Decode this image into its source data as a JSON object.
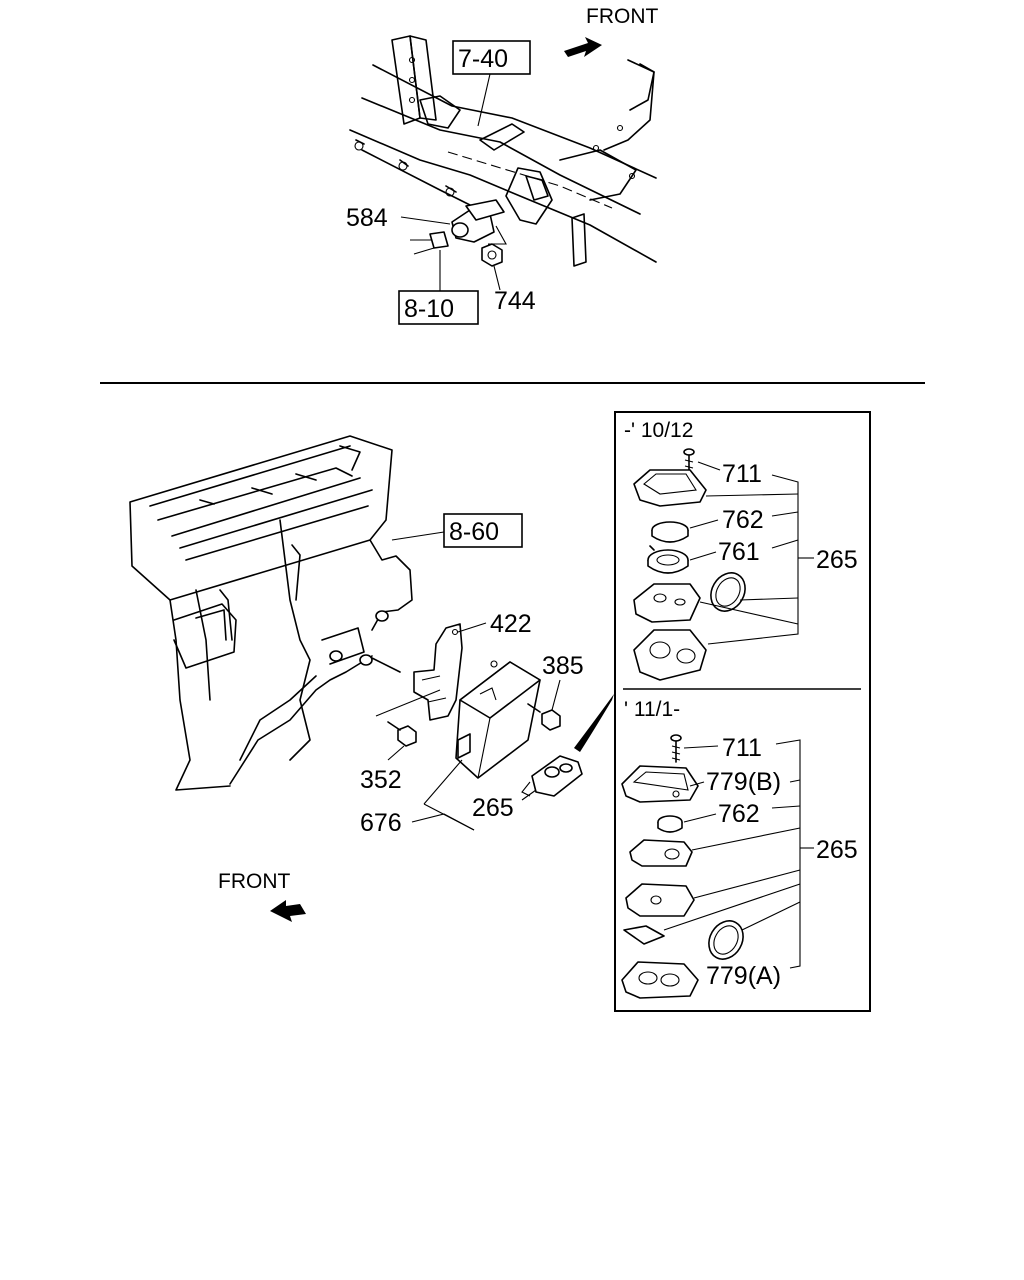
{
  "top_view": {
    "front_label": "FRONT",
    "refs": {
      "frame_ref": "7-40",
      "harness_ref": "8-10"
    },
    "callouts": {
      "sensor": "584",
      "nut": "744"
    }
  },
  "bottom_view": {
    "front_label": "FRONT",
    "refs": {
      "heater_ref": "8-60"
    },
    "callouts": {
      "bracket": "422",
      "bolt_right": "385",
      "screw": "352",
      "control_unit": "676",
      "transmitter": "265"
    }
  },
  "inset": {
    "early": {
      "period": "-' 10/12",
      "screw": "711",
      "battery": "762",
      "holder": "761",
      "assembly": "265"
    },
    "late": {
      "period": "' 11/1-",
      "screw": "711",
      "upper_case": "779(B)",
      "battery": "762",
      "assembly": "265",
      "lower_case": "779(A)"
    }
  }
}
